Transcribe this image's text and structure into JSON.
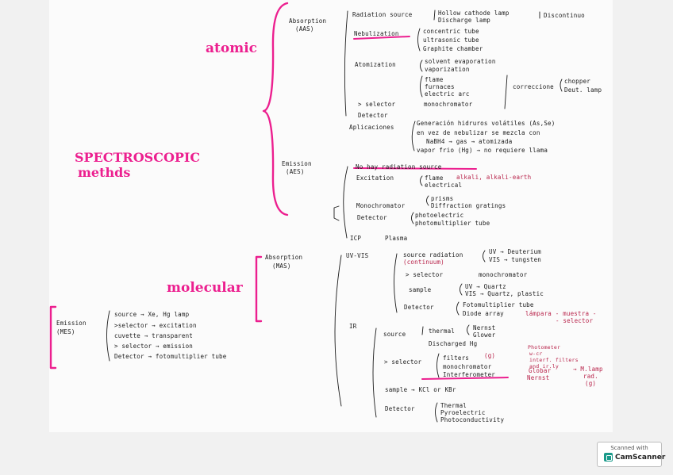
{
  "colors": {
    "highlight": "#ec1f8f",
    "ink": "#1b1b1b",
    "annotation": "#b8234a"
  },
  "headings": {
    "spectroscopic_1": "SPECTROSCOPIC",
    "spectroscopic_2": "methds",
    "atomic": "atomic",
    "molecular": "molecular"
  },
  "aas": {
    "label_1": "Absorption",
    "label_2": "(AAS)",
    "radiation_source": "Radiation source",
    "hollow_1": "Hollow cathode lamp",
    "hollow_2": "Discharge lamp",
    "discontinuous": "Discontinuo",
    "nebulization": "Nebulization",
    "neb_1": "concentric tube",
    "neb_2": "ultrasonic tube",
    "neb_3": "Graphite chamber",
    "atomization": "Atomization",
    "atom_1": "solvent evaporation",
    "atom_2": "vaporization",
    "flame_1": "flame",
    "flame_2": "furnaces",
    "flame_3": "electric arc",
    "correction": "correccione",
    "chopper": "chopper",
    "deut_lamp": "Deut. lamp",
    "selector": "> selector",
    "monochromator": "monochromator",
    "detector": "Detector",
    "applications": "Aplicaciones",
    "app_1": "Generación hidruros volátiles (As,Se)",
    "app_2": "en vez de nebulizar se mezcla con",
    "app_3": "NaBH4 → gas → atomizada",
    "app_4": "vapor frio (Hg) → no requiere llama"
  },
  "aes": {
    "label_1": "Emission",
    "label_2": "(AES)",
    "no_source": "No hay radiation source",
    "excitation": "Excitation",
    "exc_1": "flame",
    "exc_2": "electrical",
    "exc_note": "alkali, alkali-earth",
    "monochromator": "Monochromator",
    "mono_1": "prisms",
    "mono_2": "Diffraction gratings",
    "detector": "Detector",
    "det_1": "photoelectric",
    "det_2": "photomultiplier tube",
    "icp": "ICP",
    "plasma": "Plasma"
  },
  "mas": {
    "label_1": "Absorption",
    "label_2": "(MAS)",
    "uvvis": "UV-VIS",
    "source": "source radiation",
    "continuum": "(continuum)",
    "uv_src": "UV → Deuterium",
    "vis_src": "VIS → tungsten",
    "selector": "> selector",
    "selector_val": "monochromator",
    "sample": "sample",
    "uv_sample": "UV → Quartz",
    "vis_sample": "VIS → Quartz, plastic",
    "detector": "Detector",
    "det_1": "Fotomultiplier tube",
    "det_2": "Diode array",
    "det_note_1": "lámpara - muestra -",
    "det_note_2": "- selector",
    "ir": "IR",
    "ir_source": "source",
    "thermal": "thermal",
    "nernst": "Nernst",
    "glower": "Glower",
    "discharge": "Discharged Hg",
    "ir_selector": "> selector",
    "filters": "filters",
    "filters_note": "(g)",
    "mono": "monochromator",
    "interferometer": "Interferometer",
    "photometer_1": "Photometer",
    "photometer_2": "w-cr",
    "photometer_3": "interf. filters",
    "photometer_4": "and ir.ly",
    "globar": "Globar",
    "nernst_2": "Nernst",
    "mlamp_1": "→ M.lamp",
    "mlamp_2": "rad.",
    "mlamp_3": "(g)",
    "ir_sample": "sample → KCl or KBr",
    "ir_detector": "Detector",
    "irdet_1": "Thermal",
    "irdet_2": "Pyroelectric",
    "irdet_3": "Photoconductivity"
  },
  "mes": {
    "label_1": "Emission",
    "label_2": "(MES)",
    "row_1": "source → Xe, Hg lamp",
    "row_2": ">selector → excitation",
    "row_3": "cuvette → transparent",
    "row_4": "> selector → emission",
    "row_5": "Detector → fotomultiplier tube"
  },
  "badge": {
    "line_1": "Scanned with",
    "line_2": "CamScanner"
  }
}
